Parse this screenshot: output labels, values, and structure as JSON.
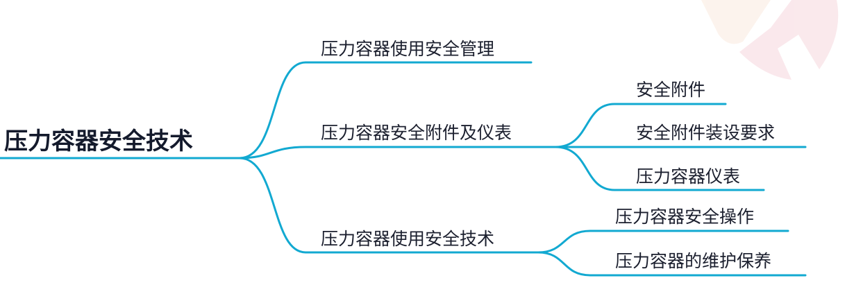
{
  "root": "压力容器安全技术",
  "branches": [
    {
      "label": "压力容器使用安全管理"
    },
    {
      "label": "压力容器安全附件及仪表",
      "children": [
        "安全附件",
        "安全附件装设要求",
        "压力容器仪表"
      ]
    },
    {
      "label": "压力容器使用安全技术",
      "children": [
        "压力容器安全操作",
        "压力容器的维护保养"
      ]
    }
  ],
  "colors": {
    "line": "#12a9d1",
    "text": "#1b1f2e"
  }
}
